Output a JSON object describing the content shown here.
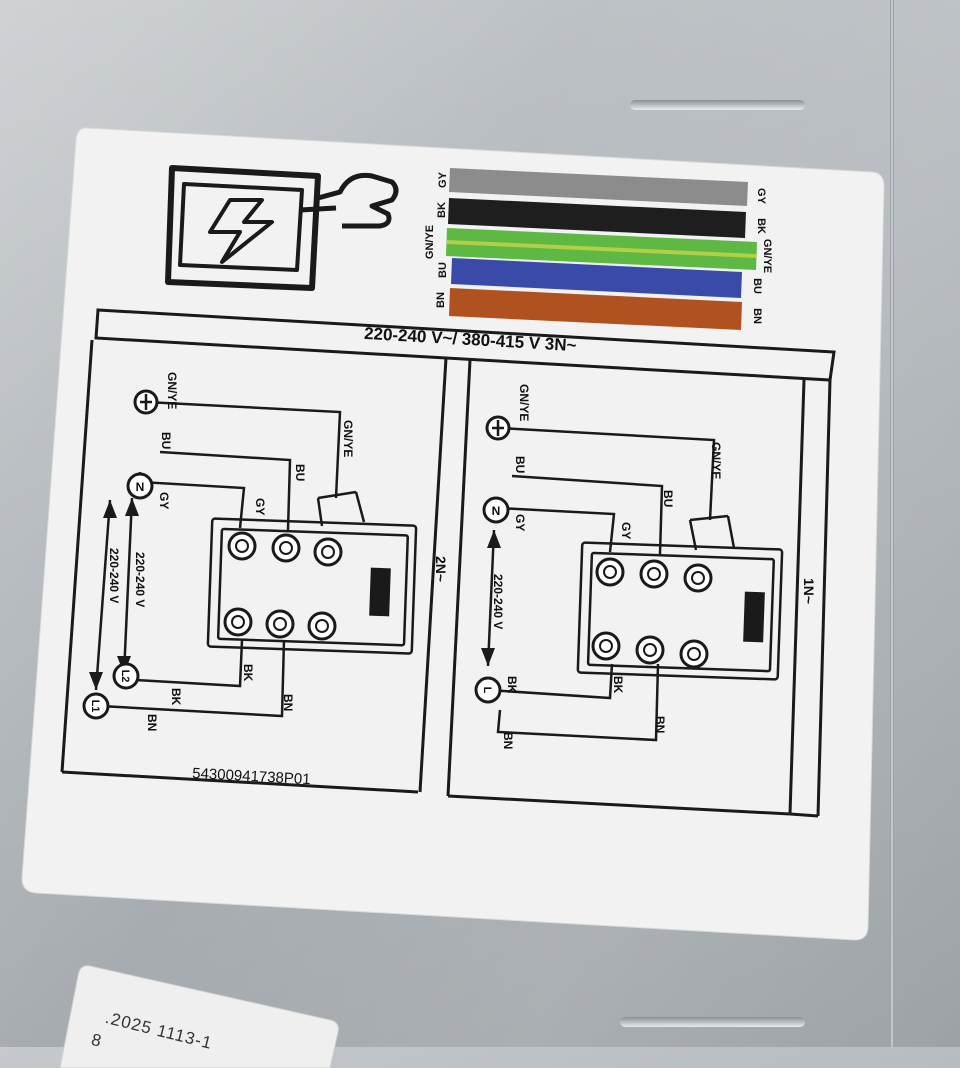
{
  "voltage_header": "220-240 V~/ 380-415 V 3N~",
  "color_codes": [
    {
      "code": "GY",
      "color": "#8c8c8c"
    },
    {
      "code": "BK",
      "color": "#1e1e1e"
    },
    {
      "code": "GN/YE",
      "color": "#5db844"
    },
    {
      "code": "BU",
      "color": "#3a4aa8"
    },
    {
      "code": "BN",
      "color": "#b0521f"
    }
  ],
  "left_diagram": {
    "mode": "2N~",
    "earth": "GN/YE",
    "terminal_n": "N",
    "terminal_l2": "L2",
    "terminal_l1": "L1",
    "wire_bu": "BU",
    "wire_gy": "GY",
    "wire_bk": "BK",
    "wire_bn": "BN",
    "wire_gnye": "GN/YE",
    "voltage_a": "220-240 V",
    "voltage_b": "220-240 V",
    "part_number": "54300941738P01"
  },
  "right_diagram": {
    "mode": "1N~",
    "earth": "GN/YE",
    "terminal_n": "N",
    "terminal_l": "L",
    "wire_bu": "BU",
    "wire_gy": "GY",
    "wire_bk": "BK",
    "wire_bn": "BN",
    "wire_gnye": "GN/YE",
    "voltage": "220-240 V"
  },
  "serial_sticker": {
    "line1": ".2025  1113-1",
    "line2": "8"
  }
}
